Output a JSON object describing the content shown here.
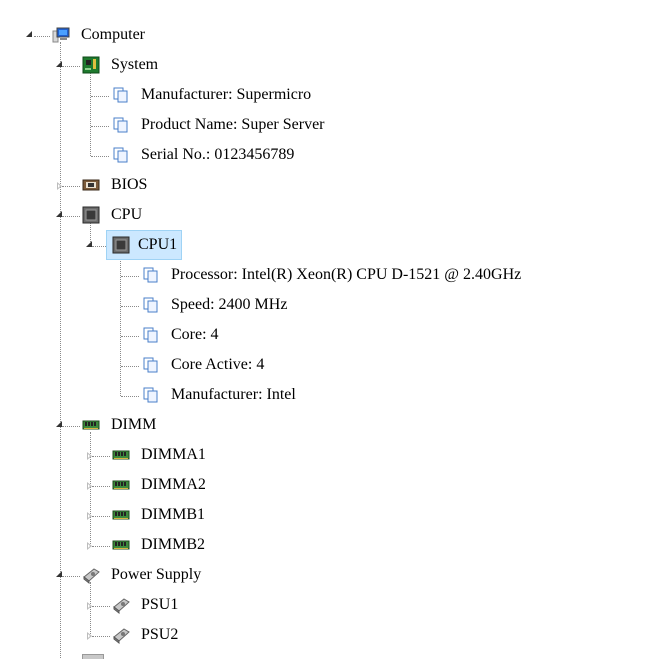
{
  "tree": {
    "computer": {
      "label": "Computer",
      "icon": "computer-icon"
    },
    "system": {
      "label": "System",
      "icon": "motherboard-icon",
      "items": [
        {
          "label": "Manufacturer: Supermicro",
          "icon": "property-icon"
        },
        {
          "label": "Product Name: Super Server",
          "icon": "property-icon"
        },
        {
          "label": "Serial No.: 0123456789",
          "icon": "property-icon"
        }
      ]
    },
    "bios": {
      "label": "BIOS",
      "icon": "bios-chip-icon"
    },
    "cpu": {
      "label": "CPU",
      "icon": "cpu-icon",
      "cpu1": {
        "label": "CPU1",
        "icon": "cpu-icon",
        "selected": true,
        "items": [
          {
            "label": "Processor: Intel(R) Xeon(R) CPU D-1521 @ 2.40GHz",
            "icon": "property-icon"
          },
          {
            "label": "Speed: 2400 MHz",
            "icon": "property-icon"
          },
          {
            "label": "Core: 4",
            "icon": "property-icon"
          },
          {
            "label": "Core Active: 4",
            "icon": "property-icon"
          },
          {
            "label": "Manufacturer: Intel",
            "icon": "property-icon"
          }
        ]
      }
    },
    "dimm": {
      "label": "DIMM",
      "icon": "memory-module-icon",
      "items": [
        {
          "label": "DIMMA1",
          "icon": "memory-module-icon"
        },
        {
          "label": "DIMMA2",
          "icon": "memory-module-icon"
        },
        {
          "label": "DIMMB1",
          "icon": "memory-module-icon"
        },
        {
          "label": "DIMMB2",
          "icon": "memory-module-icon"
        }
      ]
    },
    "power_supply": {
      "label": "Power Supply",
      "icon": "power-supply-icon",
      "items": [
        {
          "label": "PSU1",
          "icon": "power-supply-icon"
        },
        {
          "label": "PSU2",
          "icon": "power-supply-icon"
        }
      ]
    }
  },
  "colors": {
    "selection_bg": "#cce8ff",
    "selection_border": "#9fd3f5",
    "line": "#8a8a8a"
  }
}
